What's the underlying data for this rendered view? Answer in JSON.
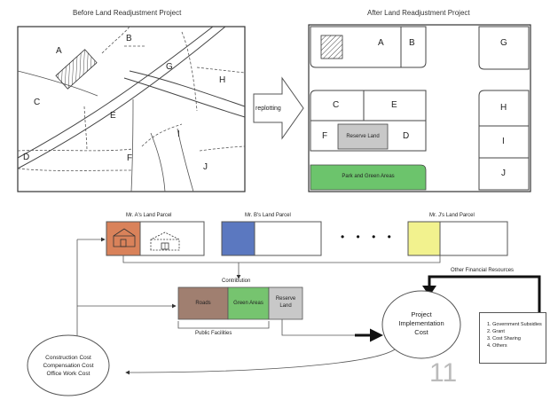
{
  "titles": {
    "before": "Before Land Readjustment Project",
    "after": "After Land Readjustment Project"
  },
  "before_labels": [
    "A",
    "B",
    "C",
    "E",
    "G",
    "H",
    "I",
    "D",
    "F",
    "J"
  ],
  "after_labels": {
    "a": "A",
    "b": "B",
    "g": "G",
    "c": "C",
    "e": "E",
    "h": "H",
    "f": "F",
    "d": "D",
    "i": "I",
    "j": "J",
    "reserve_land": "Reserve Land",
    "park": "Park and Green Areas"
  },
  "replotting": "replotting",
  "parcels": {
    "mr_a": "Mr. A's Land Parcel",
    "mr_b": "Mr. B's Land Parcel",
    "mr_j": "Mr. J's Land Parcel",
    "ellipsis": "• • • •"
  },
  "contribution": "Contribution",
  "facilities": {
    "roads": "Roads",
    "green": "Green Areas",
    "reserve": "Reserve\nLand",
    "caption": "Public Facilities"
  },
  "other_financial": "Other Financial Resources",
  "project_cost": "Project\nImplementation\nCost",
  "construction_costs": "Construction Cost\nCompensation Cost\nOffice Work Cost",
  "financial_list": [
    "1. Government Subsidies",
    "2. Grant",
    "3. Cost Sharing",
    "4. Others"
  ],
  "page_number": "11",
  "colors": {
    "mr_a": "#d9825a",
    "mr_b": "#5b78c0",
    "mr_j": "#f2f28e",
    "roads": "#a07f70",
    "green": "#76c46f",
    "reserve": "#c8c8c8",
    "park": "#6cc46c"
  }
}
